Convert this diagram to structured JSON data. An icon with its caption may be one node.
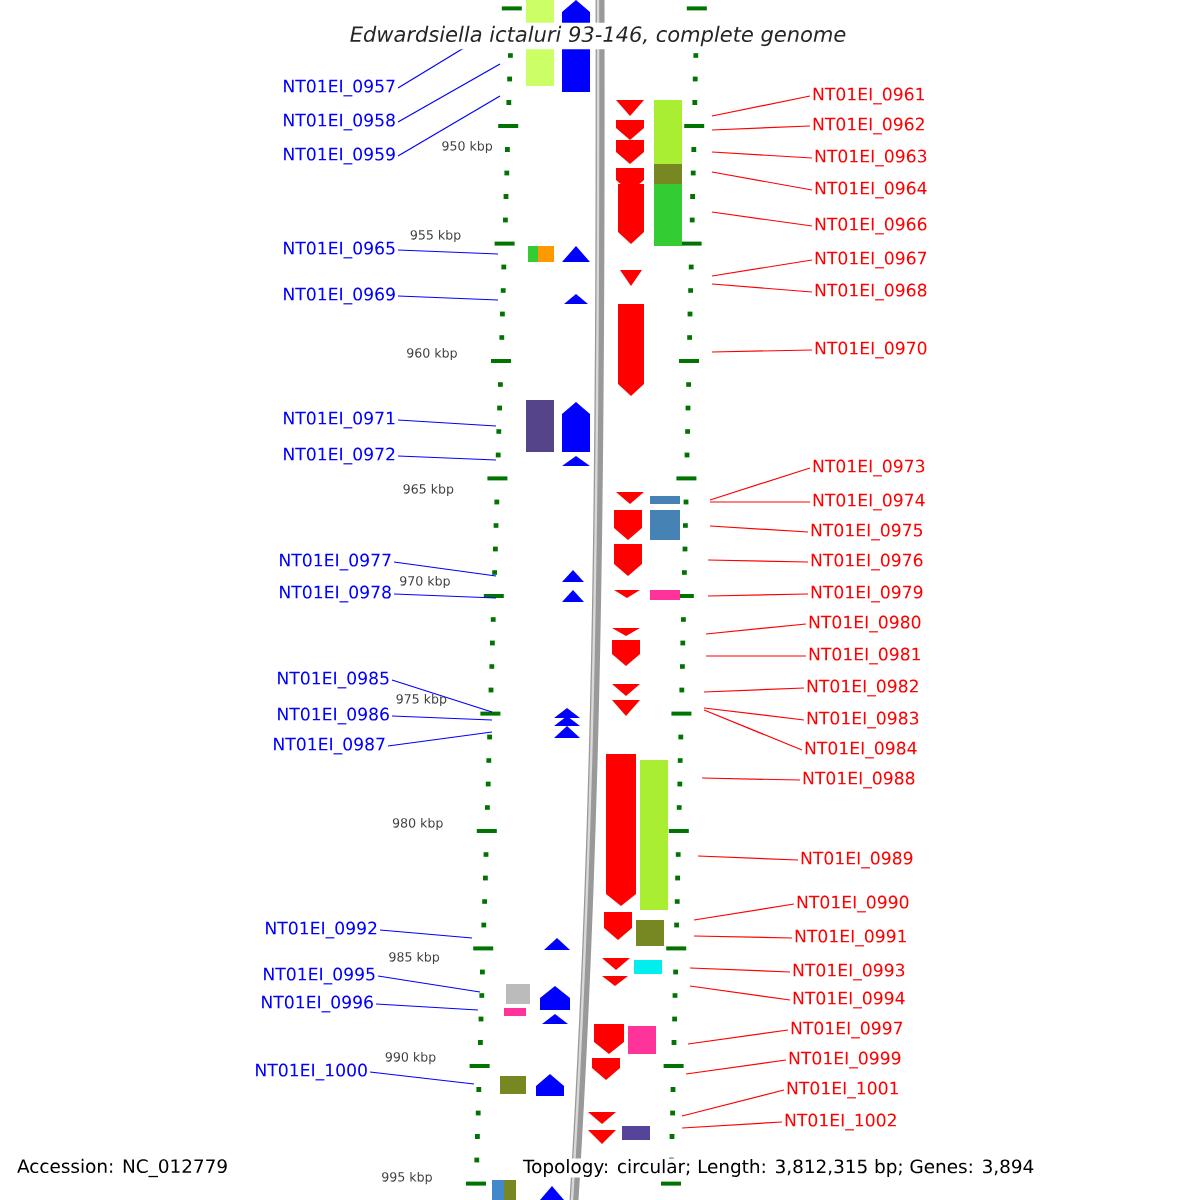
{
  "diagram": {
    "title": "Edwardsiella ictaluri 93-146, complete genome",
    "nodes": [
      {
        "text": [
          "NT01EI_0957"
        ]
      },
      {
        "text": [
          "NT01EI_0958"
        ]
      },
      {
        "text": [
          "NT01EI_0959"
        ]
      },
      {
        "text": [
          "NT01EI_0965"
        ]
      },
      {
        "text": [
          "NT01EI_0969"
        ]
      },
      {
        "text": [
          "NT01EI_0971"
        ]
      },
      {
        "text": [
          "NT01EI_0972"
        ]
      },
      {
        "text": [
          "NT01EI_0977"
        ]
      },
      {
        "text": [
          "NT01EI_0978"
        ]
      },
      {
        "text": [
          "NT01EI_0985"
        ]
      },
      {
        "text": [
          "NT01EI_0986"
        ]
      },
      {
        "text": [
          "NT01EI_0987"
        ]
      },
      {
        "text": [
          "NT01EI_0992"
        ]
      },
      {
        "text": [
          "NT01EI_0995"
        ]
      },
      {
        "text": [
          "NT01EI_0996"
        ]
      },
      {
        "text": [
          "NT01EI_1000"
        ]
      },
      {
        "text": [
          "NT01EI_0961"
        ]
      },
      {
        "text": [
          "NT01EI_0962"
        ]
      },
      {
        "text": [
          "NT01EI_0963"
        ]
      },
      {
        "text": [
          "NT01EI_0964"
        ]
      },
      {
        "text": [
          "NT01EI_0966"
        ]
      },
      {
        "text": [
          "NT01EI_0967"
        ]
      },
      {
        "text": [
          "NT01EI_0968"
        ]
      },
      {
        "text": [
          "NT01EI_0970"
        ]
      },
      {
        "text": [
          "NT01EI_0973"
        ]
      },
      {
        "text": [
          "NT01EI_0974"
        ]
      },
      {
        "text": [
          "NT01EI_0975"
        ]
      },
      {
        "text": [
          "NT01EI_0976"
        ]
      },
      {
        "text": [
          "NT01EI_0979"
        ]
      },
      {
        "text": [
          "NT01EI_0980"
        ]
      },
      {
        "text": [
          "NT01EI_0981"
        ]
      },
      {
        "text": [
          "NT01EI_0982"
        ]
      },
      {
        "text": [
          "NT01EI_0983"
        ]
      },
      {
        "text": [
          "NT01EI_0984"
        ]
      },
      {
        "text": [
          "NT01EI_0988"
        ]
      },
      {
        "text": [
          "NT01EI_0989"
        ]
      },
      {
        "text": [
          "NT01EI_0990"
        ]
      },
      {
        "text": [
          "NT01EI_0991"
        ]
      },
      {
        "text": [
          "NT01EI_0993"
        ]
      },
      {
        "text": [
          "NT01EI_0994"
        ]
      },
      {
        "text": [
          "NT01EI_0997"
        ]
      },
      {
        "text": [
          "NT01EI_0999"
        ]
      },
      {
        "text": [
          "NT01EI_1001"
        ]
      },
      {
        "text": [
          "NT01EI_1002"
        ]
      }
    ],
    "edges": [
      {
        "from": 0,
        "to": null,
        "arrow": "none",
        "color": "#0000ff"
      },
      {
        "from": 1,
        "to": null,
        "arrow": "none",
        "color": "#0000ff"
      },
      {
        "from": 2,
        "to": null,
        "arrow": "none",
        "color": "#0000ff"
      },
      {
        "from": 3,
        "to": null,
        "arrow": "none",
        "color": "#0000ff"
      },
      {
        "from": 4,
        "to": null,
        "arrow": "none",
        "color": "#0000ff"
      },
      {
        "from": 5,
        "to": null,
        "arrow": "none",
        "color": "#0000ff"
      },
      {
        "from": 6,
        "to": null,
        "arrow": "none",
        "color": "#0000ff"
      },
      {
        "from": 7,
        "to": null,
        "arrow": "none",
        "color": "#0000ff"
      },
      {
        "from": 8,
        "to": null,
        "arrow": "none",
        "color": "#0000ff"
      },
      {
        "from": 9,
        "to": null,
        "arrow": "none",
        "color": "#0000ff"
      },
      {
        "from": 10,
        "to": null,
        "arrow": "none",
        "color": "#0000ff"
      },
      {
        "from": 11,
        "to": null,
        "arrow": "none",
        "color": "#0000ff"
      },
      {
        "from": 12,
        "to": null,
        "arrow": "none",
        "color": "#0000ff"
      },
      {
        "from": 13,
        "to": null,
        "arrow": "none",
        "color": "#0000ff"
      },
      {
        "from": 14,
        "to": null,
        "arrow": "none",
        "color": "#0000ff"
      },
      {
        "from": 15,
        "to": null,
        "arrow": "none",
        "color": "#0000ff"
      },
      {
        "from": 16,
        "to": null,
        "arrow": "none"
      },
      {
        "from": 17,
        "to": null,
        "arrow": "none"
      },
      {
        "from": 18,
        "to": null,
        "arrow": "none"
      },
      {
        "from": 19,
        "to": null,
        "arrow": "none"
      },
      {
        "from": 20,
        "to": null,
        "arrow": "none"
      },
      {
        "from": 21,
        "to": null,
        "arrow": "none"
      },
      {
        "from": 22,
        "to": null,
        "arrow": "none"
      },
      {
        "from": 23,
        "to": null,
        "arrow": "none"
      },
      {
        "from": 24,
        "to": null,
        "arrow": "none"
      },
      {
        "from": 25,
        "to": null,
        "arrow": "none"
      },
      {
        "from": 26,
        "to": null,
        "arrow": "none"
      },
      {
        "from": 27,
        "to": null,
        "arrow": "none"
      },
      {
        "from": 28,
        "to": null,
        "arrow": "none"
      },
      {
        "from": 29,
        "to": null,
        "arrow": "none"
      },
      {
        "from": 30,
        "to": null,
        "arrow": "none"
      },
      {
        "from": 31,
        "to": null,
        "arrow": "none"
      },
      {
        "from": 32,
        "to": null,
        "arrow": "none"
      },
      {
        "from": 33,
        "to": null,
        "arrow": "none"
      },
      {
        "from": 34,
        "to": null,
        "arrow": "none"
      },
      {
        "from": 35,
        "to": null,
        "arrow": "none"
      },
      {
        "from": 36,
        "to": null,
        "arrow": "none"
      },
      {
        "from": 37,
        "to": null,
        "arrow": "none"
      },
      {
        "from": 38,
        "to": null,
        "arrow": "none"
      },
      {
        "from": 39,
        "to": null,
        "arrow": "none"
      },
      {
        "from": 40,
        "to": null,
        "arrow": "none"
      },
      {
        "from": 41,
        "to": null,
        "arrow": "none"
      },
      {
        "from": 42,
        "to": null,
        "arrow": "none"
      },
      {
        "from": 43,
        "to": null,
        "arrow": "none"
      }
    ],
    "labels": [
      "950 kbp",
      "955 kbp",
      "960 kbp",
      "965 kbp",
      "970 kbp",
      "975 kbp",
      "980 kbp",
      "985 kbp",
      "990 kbp",
      "Accession: NC_012779",
      "995 kbp",
      "Topology: circular; Length: 3,812,315 bp; Genes: 3,894"
    ]
  }
}
